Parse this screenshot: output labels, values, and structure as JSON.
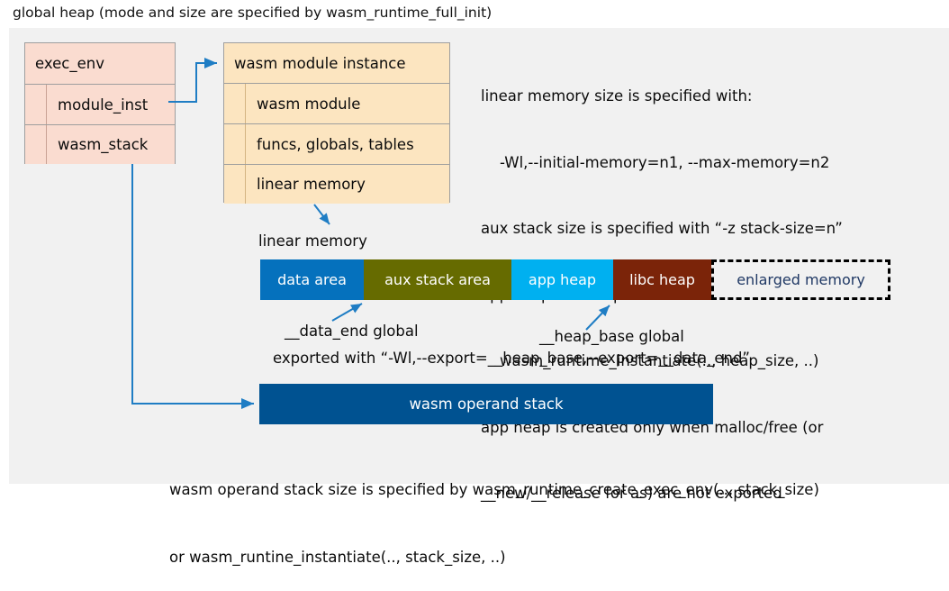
{
  "title": "global heap (mode and size are specified by wasm_runtime_full_init)",
  "colors": {
    "panel_bg": "#f1f1f1",
    "exec_env_fill": "#fadcd0",
    "module_inst_fill": "#fce5c0",
    "data_area": "#0571bd",
    "aux_stack_area": "#666b00",
    "app_heap": "#00b0f0",
    "libc_heap": "#7b2409",
    "enlarged_memory_text": "#1f3864",
    "operand_stack": "#005291",
    "connector": "#1f7dc4"
  },
  "exec_env_box": {
    "rows": [
      {
        "label": "exec_env",
        "indented": false
      },
      {
        "label": "module_inst",
        "indented": true
      },
      {
        "label": "wasm_stack",
        "indented": true
      }
    ]
  },
  "module_instance_box": {
    "rows": [
      {
        "label": "wasm module instance",
        "indented": false
      },
      {
        "label": "wasm module",
        "indented": true
      },
      {
        "label": "funcs, globals, tables",
        "indented": true
      },
      {
        "label": "linear memory",
        "indented": true
      }
    ]
  },
  "notes": [
    "linear memory size is specified with:",
    "    -Wl,--initial-memory=n1, --max-memory=n2",
    "aux stack size is specified with “-z stack-size=n”",
    "app heap size is specified with:",
    "    wasm_runtime_instantiate(.., heap_size, ..)",
    "app heap is created only when malloc/free (or",
    "__new/__release for as) are not exported"
  ],
  "linear_memory": {
    "label": "linear memory",
    "segments": [
      {
        "label": "data area",
        "color": "#0571bd",
        "width": 115,
        "style": "solid"
      },
      {
        "label": "aux stack area",
        "color": "#666b00",
        "width": 164,
        "style": "solid"
      },
      {
        "label": "app heap",
        "color": "#00b0f0",
        "width": 113,
        "style": "solid"
      },
      {
        "label": "libc heap",
        "color": "#7b2409",
        "width": 109,
        "style": "solid"
      },
      {
        "label": "enlarged memory",
        "color": "#f1f1f1",
        "width": 199,
        "style": "dashed"
      }
    ]
  },
  "annotations": {
    "data_end": "__data_end global",
    "heap_base": "__heap_base global",
    "exported_with": "exported with “-Wl,--export=__heap_base,--export=__data_end”"
  },
  "operand_stack": {
    "label": "wasm operand stack",
    "note_lines": [
      "wasm operand stack size is specified by wasm_runtime_create_exec_env(.., stack_size)",
      "or wasm_runtine_instantiate(.., stack_size, ..)"
    ]
  }
}
